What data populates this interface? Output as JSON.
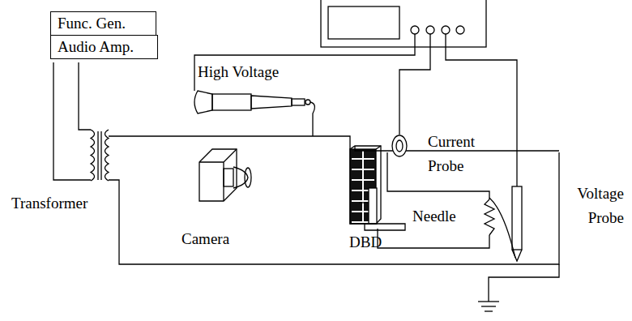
{
  "diagram": {
    "nodes": [
      {
        "text": [
          "Func. Gen."
        ]
      },
      {
        "text": [
          "Audio Amp."
        ]
      }
    ],
    "labels": [
      "High Voltage",
      "Transformer",
      "Camera",
      "DBD",
      "Current Probe",
      "Needle",
      "Voltage Probe"
    ]
  }
}
